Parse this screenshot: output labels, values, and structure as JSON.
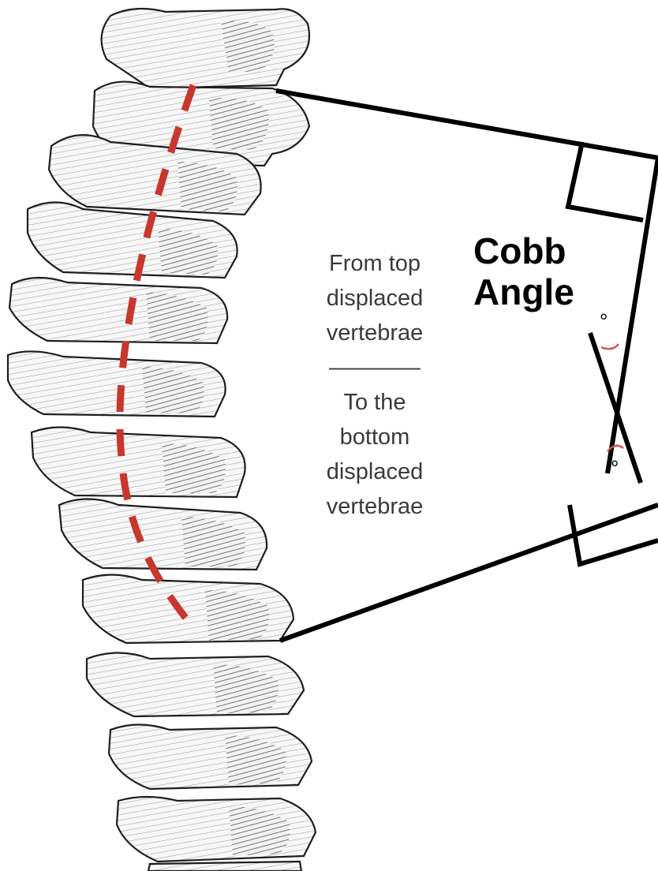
{
  "diagram": {
    "title_line1": "Cobb",
    "title_line2": "Angle",
    "degree_symbol_top": "°",
    "degree_symbol_bottom": "°",
    "caption": {
      "line1": "From top",
      "line2": "displaced",
      "line3": "vertebrae",
      "separator": "————",
      "line4": "To the",
      "line5": "bottom",
      "line6": "displaced",
      "line7": "vertebrae"
    },
    "colors": {
      "curve_line": "#c8372d",
      "angle_arc": "#d9534f",
      "construction_lines": "#000000",
      "bone_fill": "#efefef",
      "bone_shade": "#6b6b6b"
    }
  }
}
